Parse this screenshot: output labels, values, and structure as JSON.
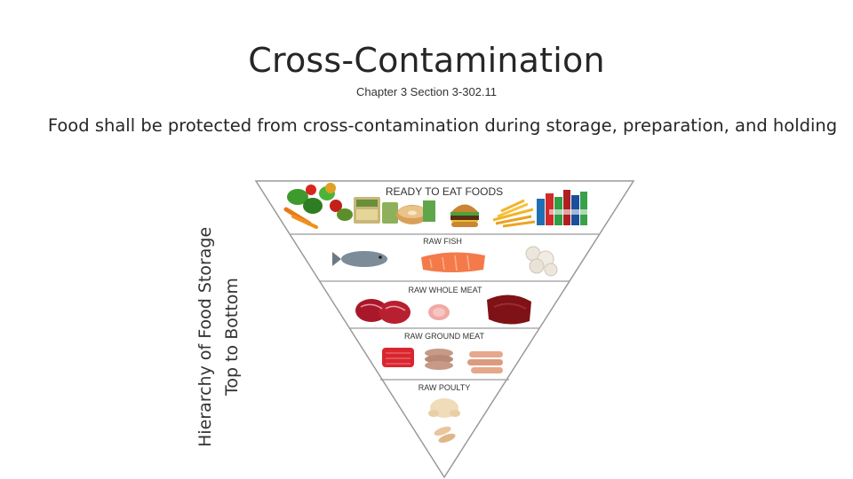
{
  "title": "Cross-Contamination",
  "subtitle": "Chapter 3 Section 3-302.11",
  "statement": "Food shall be protected from cross-contamination during storage, preparation, and holding",
  "axis_label": {
    "line1": "Hierarchy of Food Storage",
    "line2": "Top to Bottom"
  },
  "tiers": [
    {
      "label": "READY TO EAT FOODS",
      "icons": [
        "vegetables-icon",
        "packaged-deli-icon",
        "bagel-icon",
        "burger-icon",
        "fries-icon",
        "drinks-icon"
      ]
    },
    {
      "label": "RAW FISH",
      "icons": [
        "whole-fish-icon",
        "salmon-fillet-icon",
        "shrimp-icon"
      ]
    },
    {
      "label": "RAW WHOLE MEAT",
      "icons": [
        "steaks-icon",
        "pork-chop-icon",
        "beef-roast-icon"
      ]
    },
    {
      "label": "RAW GROUND MEAT",
      "icons": [
        "ground-beef-icon",
        "patties-icon",
        "sausages-icon"
      ]
    },
    {
      "label": "RAW POULTY",
      "icons": [
        "whole-chicken-icon",
        "chicken-breasts-icon"
      ]
    }
  ]
}
